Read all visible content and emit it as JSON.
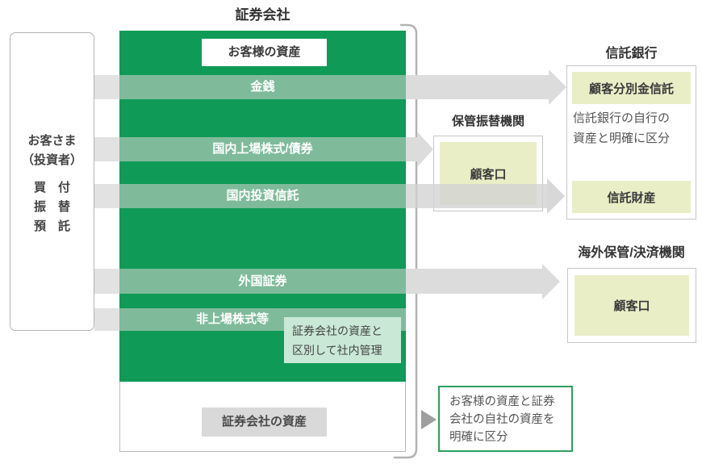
{
  "securities_company": {
    "title": "証券会社",
    "customer_assets_label": "お客様の資産",
    "bands": [
      {
        "label": "金銭"
      },
      {
        "label": "国内上場株式/債券"
      },
      {
        "label": "国内投資信託"
      },
      {
        "label": "外国証券"
      },
      {
        "label": "非上場株式等"
      }
    ],
    "inhouse_note_line1": "証券会社の資産と",
    "inhouse_note_line2": "区別して社内管理",
    "company_assets_label": "証券会社の資産"
  },
  "customer": {
    "name_line1": "お客さま",
    "name_line2": "（投資者）",
    "actions": [
      "買　付",
      "振　替",
      "預　託"
    ]
  },
  "custody_institution": {
    "title": "保管振替機関",
    "account_label": "顧客口"
  },
  "trust_bank": {
    "title": "信託銀行",
    "segregated_fund_label": "顧客分別金信託",
    "note_line1": "信託銀行の自行の",
    "note_line2": "資産と明確に区分",
    "trust_assets_label": "信託財産"
  },
  "overseas_institution": {
    "title": "海外保管/決済機関",
    "account_label": "顧客口"
  },
  "separation_note": {
    "line1": "お客様の資産と証券",
    "line2": "会社の自社の資産を",
    "line3": "明確に区分"
  },
  "colors": {
    "brand_green": "#109a57",
    "band_green": "#7fbb9b",
    "pale_green": "#c9e8d6",
    "pale_yellow_green": "#e9eec6",
    "arrow_gray": "#dcdcdc",
    "note_border_green": "#2f9e5d"
  }
}
